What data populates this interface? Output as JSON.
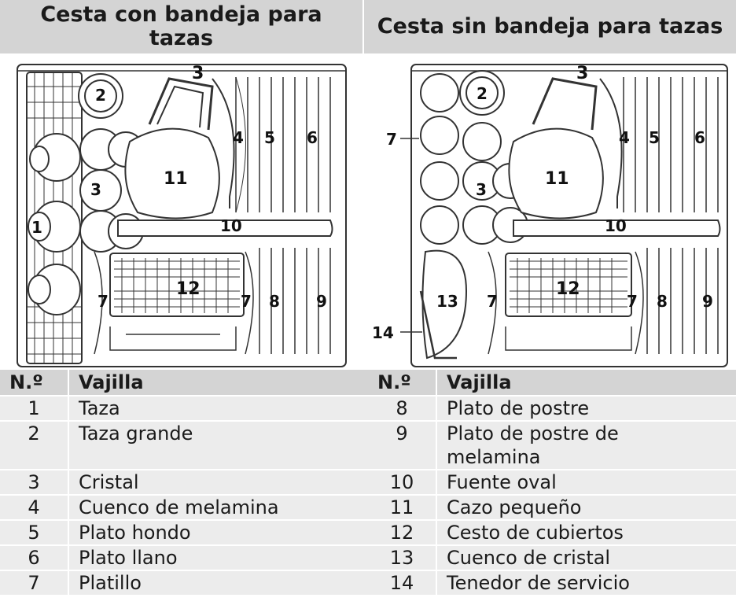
{
  "headers": {
    "left": "Cesta con bandeja para tazas",
    "right": "Cesta sin bandeja para tazas"
  },
  "figure_labels": {
    "left": [
      "1",
      "2",
      "3",
      "3",
      "4",
      "5",
      "6",
      "7",
      "7",
      "8",
      "9",
      "10",
      "11",
      "12"
    ],
    "right": [
      "2",
      "3",
      "3",
      "4",
      "5",
      "6",
      "7",
      "7",
      "7",
      "8",
      "9",
      "10",
      "11",
      "12",
      "13",
      "14"
    ]
  },
  "table_left": {
    "col_num": "N.º",
    "col_item": "Vajilla",
    "rows": [
      {
        "num": "1",
        "item": "Taza"
      },
      {
        "num": "2",
        "item": "Taza grande"
      },
      {
        "num": "3",
        "item": "Cristal"
      },
      {
        "num": "4",
        "item": "Cuenco de melamina"
      },
      {
        "num": "5",
        "item": "Plato hondo"
      },
      {
        "num": "6",
        "item": "Plato llano"
      },
      {
        "num": "7",
        "item": "Platillo"
      }
    ]
  },
  "table_right": {
    "col_num": "N.º",
    "col_item": "Vajilla",
    "rows": [
      {
        "num": "8",
        "item": "Plato de postre"
      },
      {
        "num": "9",
        "item": "Plato de postre de melamina"
      },
      {
        "num": "10",
        "item": "Fuente oval"
      },
      {
        "num": "11",
        "item": "Cazo pequeño"
      },
      {
        "num": "12",
        "item": "Cesto de cubiertos"
      },
      {
        "num": "13",
        "item": "Cuenco de cristal"
      },
      {
        "num": "14",
        "item": "Tenedor de servicio"
      }
    ]
  }
}
